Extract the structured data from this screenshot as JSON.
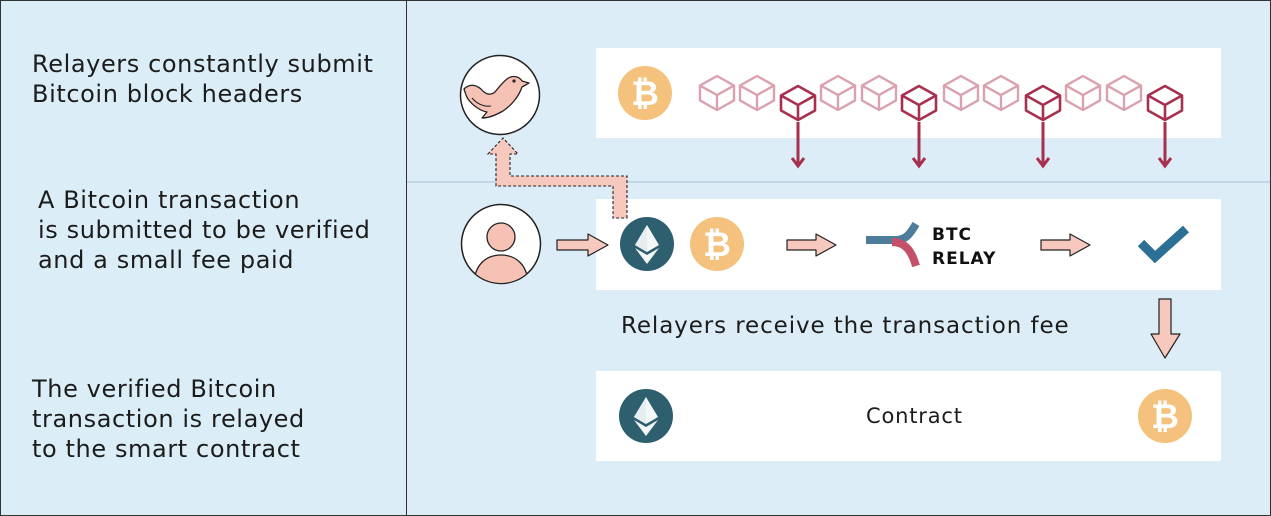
{
  "steps": [
    {
      "lines": [
        "Relayers constantly submit",
        "Bitcoin block headers"
      ]
    },
    {
      "lines": [
        "A Bitcoin transaction",
        "is submitted to be verified",
        "and a small fee paid"
      ]
    },
    {
      "lines": [
        "The verified Bitcoin",
        "transaction is relayed",
        "to the smart contract"
      ]
    }
  ],
  "relay_label": {
    "line1": "BTC",
    "line2": "RELAY"
  },
  "fee_caption": "Relayers receive the transaction fee",
  "contract_label": "Contract",
  "colors": {
    "left_panel": "#dbeef8",
    "right_panel": "#dcedf8",
    "bitcoin": "#f5c27d",
    "ethereum": "#2d5f6f",
    "block_light": "#d9a2ae",
    "block_dark": "#a8304f",
    "arrow_fill": "#f7c8bd",
    "checkmark": "#2d7095",
    "relay_blue": "#4d7d9b",
    "relay_red": "#c4506a"
  },
  "icons": [
    "bird-icon",
    "user-icon",
    "bitcoin-icon",
    "ethereum-icon",
    "block-icon",
    "btc-relay-logo",
    "checkmark-icon"
  ]
}
